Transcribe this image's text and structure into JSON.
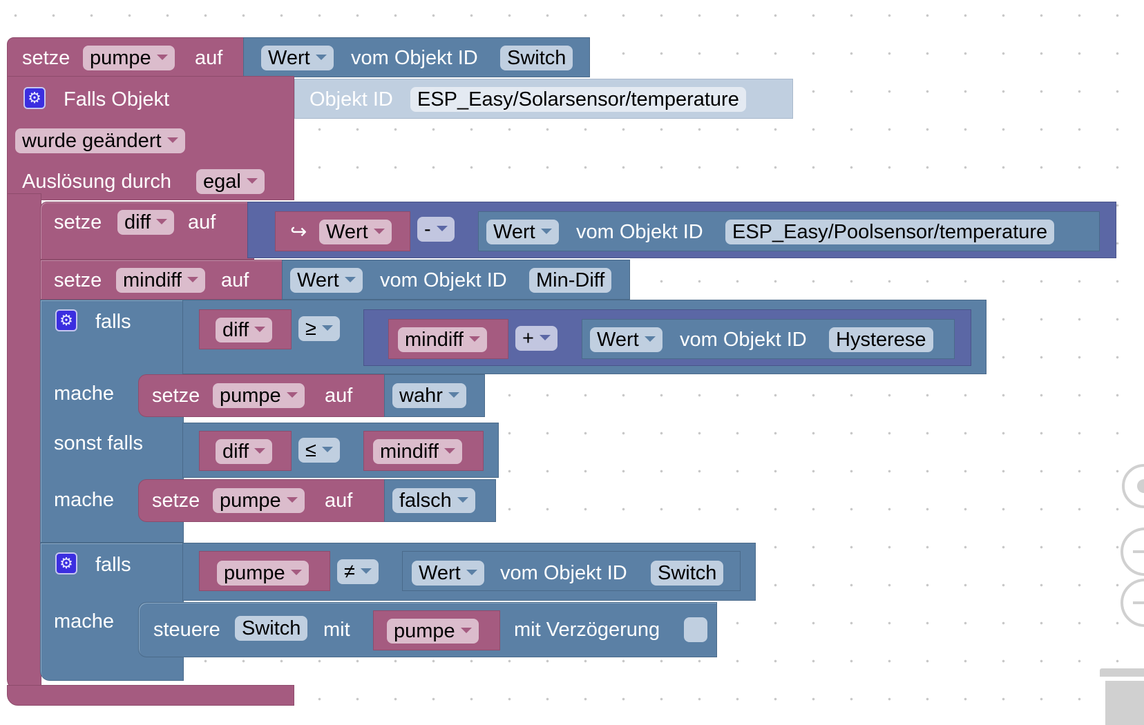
{
  "workspace": {
    "outer_block": {
      "set_label": "setze",
      "var": "pumpe",
      "to_label": "auf",
      "value_block": {
        "prop": "Wert",
        "of_label": "vom Objekt ID",
        "object": "Switch"
      }
    },
    "trigger_block": {
      "title": "Falls Objekt",
      "object_label": "Objekt ID",
      "object": "ESP_Easy/Solarsensor/temperature",
      "condition": "wurde geändert",
      "triggered_by_label": "Auslösung durch",
      "triggered_by": "egal"
    },
    "set_diff": {
      "set_label": "setze",
      "var": "diff",
      "to_label": "auf",
      "left_icon": "↪",
      "left_prop": "Wert",
      "operator": "-",
      "right": {
        "prop": "Wert",
        "of_label": "vom Objekt ID",
        "object": "ESP_Easy/Poolsensor/temperature"
      }
    },
    "set_mindiff": {
      "set_label": "setze",
      "var": "mindiff",
      "to_label": "auf",
      "value": {
        "prop": "Wert",
        "of_label": "vom Objekt ID",
        "object": "Min-Diff"
      }
    },
    "if_block_1": {
      "if_label": "falls",
      "cond_var": "diff",
      "cond_op": "≥",
      "sum_var": "mindiff",
      "sum_op": "+",
      "sum_value": {
        "prop": "Wert",
        "of_label": "vom Objekt ID",
        "object": "Hysterese"
      },
      "do_label": "mache",
      "do_set": {
        "set_label": "setze",
        "var": "pumpe",
        "to_label": "auf",
        "value": "wahr"
      },
      "elseif_label": "sonst falls",
      "elseif_var": "diff",
      "elseif_op": "≤",
      "elseif_right": "mindiff",
      "do2_label": "mache",
      "do2_set": {
        "set_label": "setze",
        "var": "pumpe",
        "to_label": "auf",
        "value": "falsch"
      }
    },
    "if_block_2": {
      "if_label": "falls",
      "cond_var": "pumpe",
      "cond_op": "≠",
      "cond_right": {
        "prop": "Wert",
        "of_label": "vom Objekt ID",
        "object": "Switch"
      },
      "do_label": "mache",
      "control": {
        "label": "steuere",
        "object": "Switch",
        "with_label": "mit",
        "var": "pumpe",
        "delay_label": "mit Verzögerung",
        "delay_checked": false
      }
    }
  },
  "controls": {
    "center_icon": "target-icon",
    "zoom_in_icon": "zoom-in-icon",
    "zoom_out_icon": "zoom-out-icon",
    "trash_icon": "trash-icon"
  },
  "colors": {
    "variable_block": "#a55b80",
    "logic_block": "#5b80a5",
    "math_block": "#5b67a5",
    "gear_icon": "#3b2ee0"
  }
}
